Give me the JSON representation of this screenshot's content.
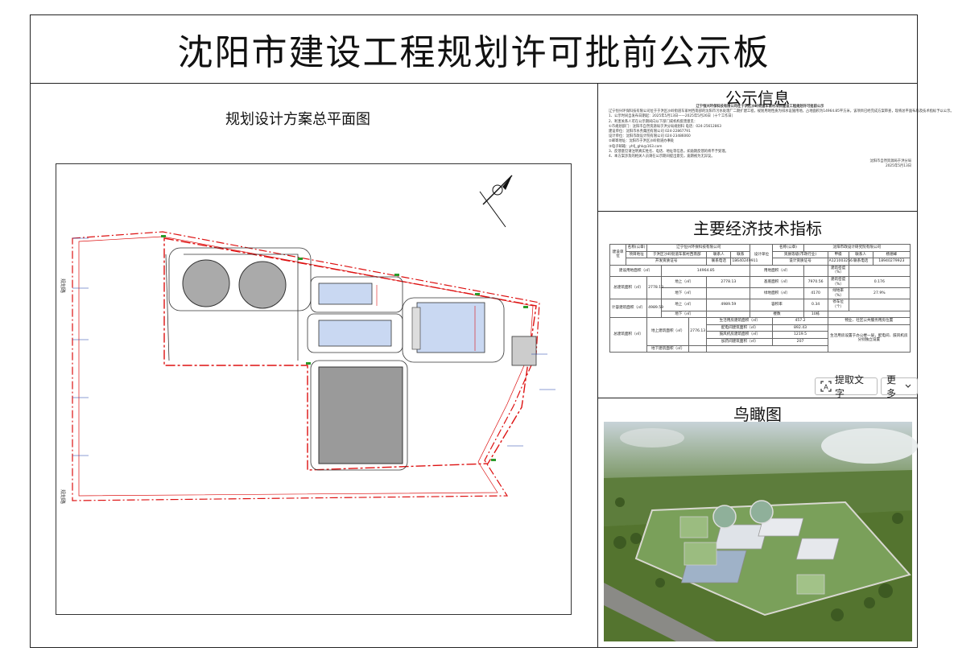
{
  "header": {
    "title": "沈阳市建设工程规划许可批前公示板"
  },
  "plan": {
    "title": "规划设计方案总平面图",
    "road_labels": [
      "规划路",
      "规划路"
    ]
  },
  "notice": {
    "title": "公示信息",
    "lines": [
      "辽宁恒兴环保科技有限公司在于洪区沙岭街道车家村项目建设工程规划许可批前公示",
      "辽宁恒兴环保科技有限公司位于于洪区沙岭街道车家村西南部的沈阳市污水处理厂二期扩建工程，规划用地性质为排水设施用地，占地面积为14964.85平方米，该项目已经完成方案审查，现将总平面布局及技术指标予以公示。",
      "1、公示时间自发布日期起：2025年5月13日——2025年5月26日（十个工作日）",
      "2、利害关系人可在公示期间向以下部门或机构反馈意见：",
      "①市规划部门：沈阳市自然资源局于洪分局规划科 电话：024-25612863",
      "建设单位：沈阳市水务集团有限公司 024-22867791",
      "设计单位：沈阳市政设计院有限公司 024-23486060",
      "②邮寄地址：沈阳市于洪区沙岭街道办事处",
      "③电子邮箱：yhfj_ghk@163.com",
      "3、反馈意见请注明真实姓名、电话、地址等信息，如逾期反馈的将不予受理。",
      "4、本方案涉及的相关人员请在公示期间提出意见，逾期视为无异议。"
    ],
    "signature": "沈阳市自然资源局于洪分局",
    "date": "2025年5月13日"
  },
  "economics": {
    "title": "主要经济技术指标",
    "r1": [
      "建设单位",
      "名称(公章)",
      "辽宁恒兴环保科技有限公司",
      "设计单位",
      "名称(公章)",
      "沈阳市政设计研究院有限公司"
    ],
    "r2": [
      "项目地址",
      "于洪区沙岭街道车家村西南部",
      "联系人",
      "联系",
      "资质等级(市政行业)",
      "甲级",
      "联系人",
      "杨德峰"
    ],
    "r3": [
      "开发资质证号",
      "联系电话",
      "18640249911",
      "设计资质证号",
      "A121003256",
      "联系电话",
      "18940279923"
    ],
    "r4": [
      "建设用地面积（㎡）",
      "14964.85",
      "用地面积（㎡）",
      "",
      "建筑密度（%）",
      ""
    ],
    "r5": [
      "总建筑面积（㎡）",
      "2778.13",
      "地上（㎡）",
      "2778.13",
      "基底面积（㎡）",
      "7970.56",
      "建筑密度（%）",
      "0.176"
    ],
    "r6": [
      "地下（㎡）",
      "",
      "绿地面积（㎡）",
      "4170",
      "绿地率（%）",
      "27.9%"
    ],
    "r7": [
      "计容建筑面积（㎡）",
      "4989.59",
      "地上（㎡）",
      "4989.59",
      "容积率",
      "0.34",
      "停车位（个）",
      ""
    ],
    "r8": [
      "地下（㎡）",
      "",
      "楼数",
      "10栋"
    ],
    "r9": [
      "总建筑面积（㎡）",
      "地上建筑面积（㎡）",
      "2776.13",
      "生活用房建筑面积（㎡）",
      "457.2",
      "物业、社区公共服务用房位置"
    ],
    "r10": [
      "配电间建筑面积（㎡）",
      "892.43"
    ],
    "r11": [
      "鼓风机房建筑面积（㎡）",
      "1219.5",
      "生活用房设置于办公楼一层，配电间、鼓风机房分别独立设置"
    ],
    "r12": [
      "加药间建筑面积（㎡）",
      "207"
    ],
    "r13": [
      "地下建筑面积（㎡）",
      ""
    ]
  },
  "toolbar": {
    "extract_text": "提取文字",
    "more": "更多"
  },
  "aerial": {
    "title": "鸟瞰图"
  }
}
